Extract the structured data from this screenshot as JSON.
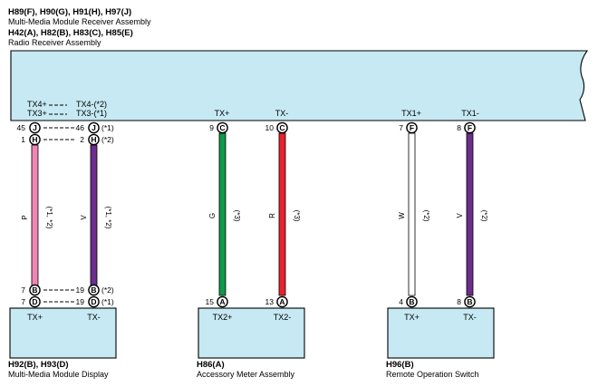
{
  "top_assembly": {
    "codes_line1": "H89(F), H90(G), H91(H), H97(J)",
    "name_line1": "Multi-Media Module Receiver Assembly",
    "codes_line2": "H42(A), H82(B), H83(C), H85(E)",
    "name_line2": "Radio Receiver Assembly"
  },
  "receiver_signals": {
    "tx4_plus": "TX4+",
    "tx3_plus": "TX3+",
    "tx4_minus": "TX4-(*2)",
    "tx3_minus": "TX3-(*1)",
    "tx_plus": "TX+",
    "tx_minus": "TX-",
    "tx1_plus": "TX1+",
    "tx1_minus": "TX1-"
  },
  "top_pins": {
    "p45": "45",
    "c45": "J",
    "p1": "1",
    "c1": "H",
    "p46": "46",
    "c46": "J",
    "n46": "(*1)",
    "p2": "2",
    "c2": "H",
    "n2": "(*2)",
    "p9": "9",
    "c9": "C",
    "p10": "10",
    "c10": "C",
    "p7": "7",
    "c7": "F",
    "p8": "8",
    "c8": "F"
  },
  "wires": {
    "w1_color": "P",
    "w1_note": "(*1, *2)",
    "w2_color": "V",
    "w2_note": "(*1, *2)",
    "w3_color": "G",
    "w3_note": "(*3)",
    "w4_color": "R",
    "w4_note": "(*3)",
    "w5_color": "W",
    "w5_note": "(*2)",
    "w6_color": "V",
    "w6_note": "(*2)"
  },
  "bottom_pins": {
    "p7a": "7",
    "c7a": "B",
    "p7b": "7",
    "c7b": "D",
    "p19a": "19",
    "c19a": "B",
    "n19a": "(*2)",
    "p19b": "19",
    "c19b": "D",
    "n19b": "(*1)",
    "p15": "15",
    "c15": "A",
    "p13": "13",
    "c13": "A",
    "p4": "4",
    "c4": "B",
    "p8b": "8",
    "c8b": "B"
  },
  "components": [
    {
      "tx_plus": "TX+",
      "tx_minus": "TX-",
      "codes": "H92(B), H93(D)",
      "name": "Multi-Media Module Display"
    },
    {
      "tx_plus": "TX2+",
      "tx_minus": "TX2-",
      "codes": "H86(A)",
      "name": "Accessory Meter Assembly"
    },
    {
      "tx_plus": "TX+",
      "tx_minus": "TX-",
      "codes": "H96(B)",
      "name": "Remote Operation Switch"
    }
  ],
  "colors": {
    "box_fill": "#c6e9f3",
    "pink": "#ef86b6",
    "purple": "#6c2d8c",
    "green": "#0d9b4a",
    "red": "#e8212e",
    "white": "#ffffff"
  }
}
